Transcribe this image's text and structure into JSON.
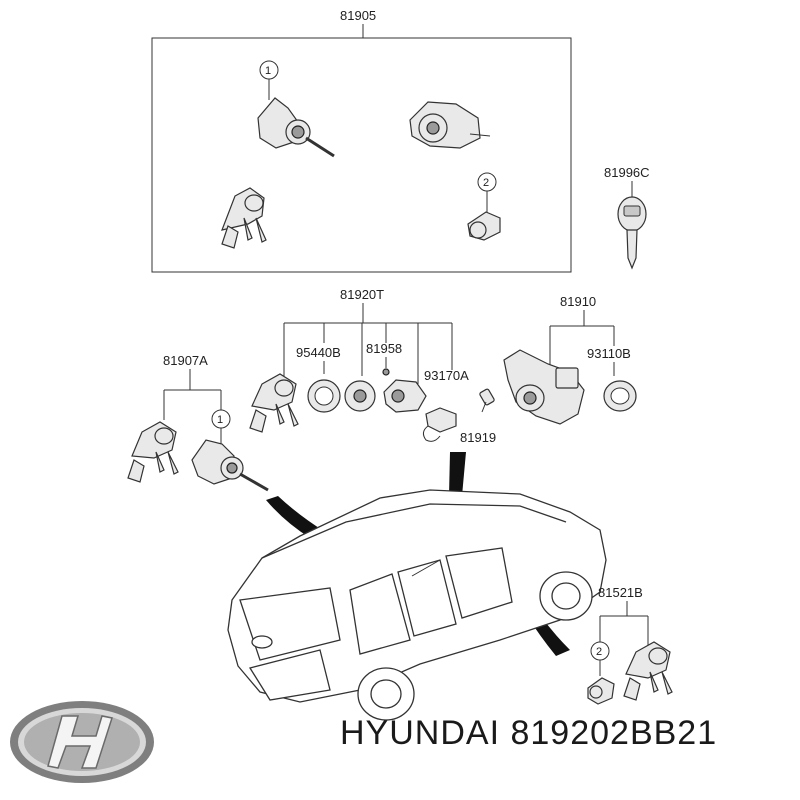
{
  "labels": {
    "lock_set": "81905",
    "key_blank": "81996C",
    "lock_key_set": "81920T",
    "ignition_lock": "81910",
    "door_lock_front_left": "81907A",
    "lock_cylinder": "95440B",
    "key_plate": "81958",
    "immobilizer_module": "93170A",
    "illumination_ring": "93110B",
    "ignition_switch": "81919",
    "door_lock_rear_right": "81521B"
  },
  "callouts": {
    "one_top": "1",
    "two_top": "2",
    "one_left": "1",
    "two_bottom": "2"
  },
  "caption": {
    "brand": "HYUNDAI",
    "part_number": "819202BB21"
  },
  "logo": {
    "name": "hyundai-logo",
    "color": "#8c8c8c"
  }
}
